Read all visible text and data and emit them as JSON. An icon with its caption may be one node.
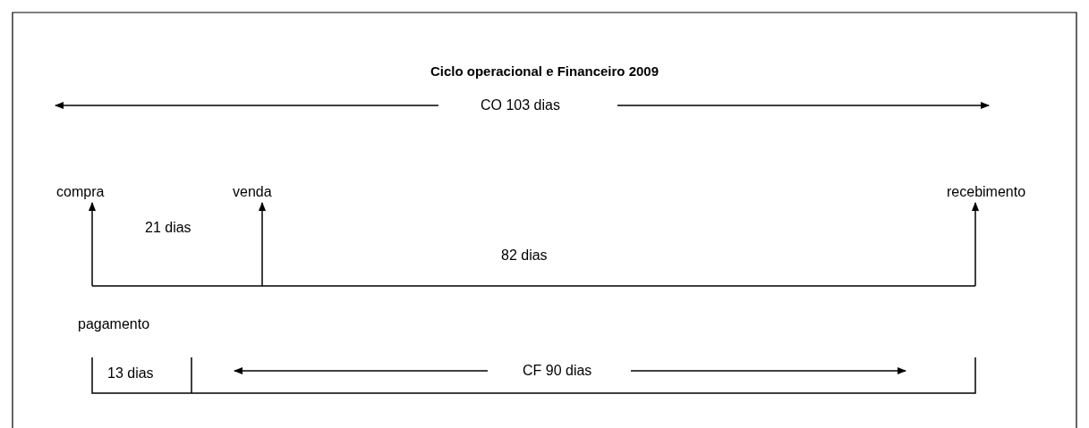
{
  "diagram": {
    "title": "Ciclo operacional e Financeiro 2009",
    "nodes": [
      {
        "text": [
          "compra"
        ]
      },
      {
        "text": [
          "venda"
        ]
      },
      {
        "text": [
          "recebimento"
        ]
      }
    ],
    "edges": [
      {
        "from": null,
        "to": 0,
        "arrow": "to"
      },
      {
        "from": null,
        "to": 1,
        "arrow": "to"
      },
      {
        "from": null,
        "to": 2,
        "arrow": "to"
      }
    ],
    "labels": [
      "CO 103 dias",
      "21 dias",
      "82 dias",
      "pagamento",
      "13 dias",
      "CF 90 dias"
    ]
  }
}
